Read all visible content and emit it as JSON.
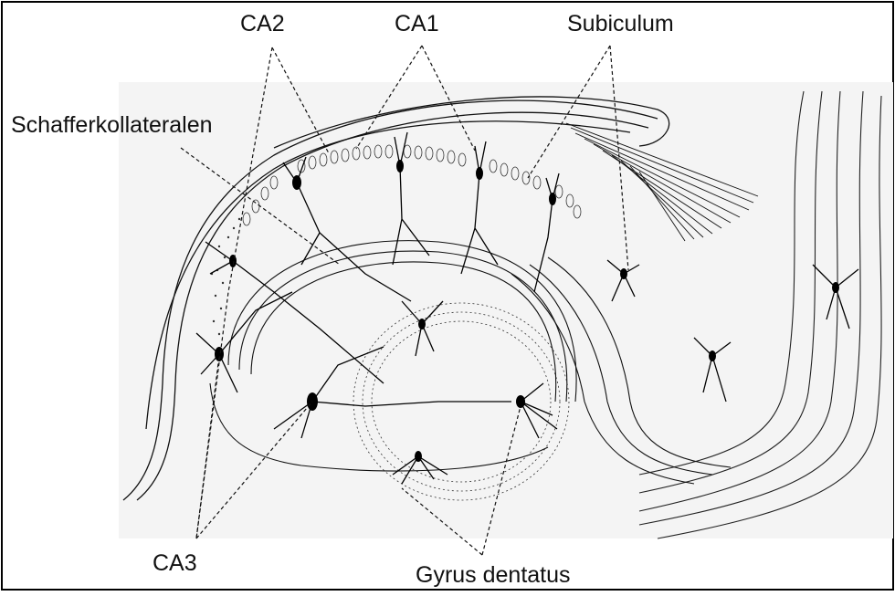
{
  "labels": {
    "ca2": "CA2",
    "ca1": "CA1",
    "subiculum": "Subiculum",
    "schaffer": "Schafferkollateralen",
    "ca3": "CA3",
    "gyrus": "Gyrus dentatus"
  }
}
